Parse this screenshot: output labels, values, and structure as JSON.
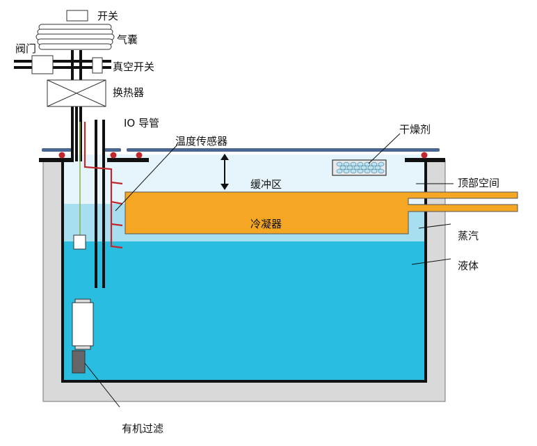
{
  "labels": {
    "switch": "开关",
    "airbag": "气囊",
    "valve": "阀门",
    "vacuum_switch": "真空开关",
    "heat_exchanger": "换热器",
    "io_conduit": "IO 导管",
    "temperature_sensor": "温度传感器",
    "desiccant": "干燥剂",
    "buffer_zone": "缓冲区",
    "headspace": "顶部空间",
    "condenser": "冷凝器",
    "vapor": "蒸汽",
    "liquid": "液体",
    "organic_filter": "有机过滤"
  },
  "colors": {
    "liquid": "#29bde0",
    "vapor": "#a8dff0",
    "headspace": "#e6f5fb",
    "condenser": "#f5a623",
    "tank_wall": "#d9d9d9",
    "sensor_wire": "#c0282d",
    "lid": "#4a6691",
    "seal": "#c0282d"
  }
}
